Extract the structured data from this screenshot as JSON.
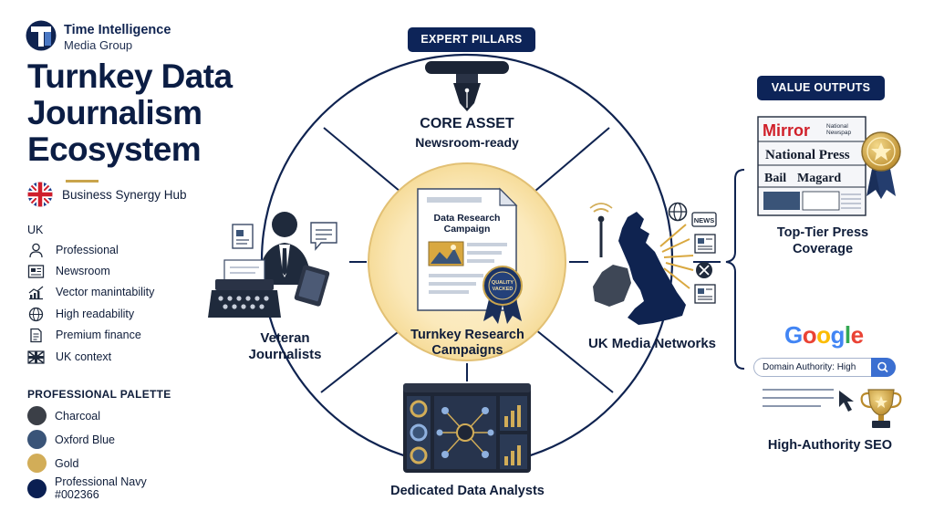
{
  "brand": {
    "name": "Time Intelligence",
    "sub": "Media Group"
  },
  "title": "Turnkey Data Journalism Ecosystem",
  "hub": {
    "label": "Business Synergy Hub"
  },
  "uk_section": {
    "heading": "UK",
    "items": [
      {
        "icon": "person-icon",
        "label": "Professional"
      },
      {
        "icon": "newspaper-icon",
        "label": "Newsroom"
      },
      {
        "icon": "vector-chart-icon",
        "label": "Vector manintability"
      },
      {
        "icon": "globe-icon",
        "label": "High readability"
      },
      {
        "icon": "finance-document-icon",
        "label": "Premium finance"
      },
      {
        "icon": "uk-flag-icon",
        "label": "UK context"
      }
    ]
  },
  "palette": {
    "heading": "PROFESSIONAL PALETTE",
    "swatches": [
      {
        "name": "Charcoal",
        "color": "#3b3f47"
      },
      {
        "name": "Oxford Blue",
        "color": "#3a5478"
      },
      {
        "name": "Gold",
        "color": "#d2ad58"
      },
      {
        "name": "Professional Navy #002366",
        "color": "#0a1f52"
      }
    ]
  },
  "diagram": {
    "expert_pillars": "EXPERT PILLARS",
    "core_asset": {
      "title": "CORE ASSET",
      "subtitle": "Newsroom-ready"
    },
    "center": {
      "label": "Turnkey Research Campaigns",
      "doc_title": "Data Research Campaign",
      "badge": "QUALITY VACKED"
    },
    "journalists": "Veteran Journalists",
    "uk_media": "UK Media Networks",
    "analysts": "Dedicated Data Analysts",
    "news_tag": "NEWS"
  },
  "outputs": {
    "heading": "VALUE OUTPUTS",
    "press": {
      "label": "Top-Tier Press Coverage",
      "mastheads": [
        "Mirror",
        "National Newspap",
        "National Press",
        "Bail",
        "Magard"
      ]
    },
    "seo": {
      "label": "High-Authority SEO",
      "google": [
        "G",
        "o",
        "o",
        "g",
        "l",
        "e"
      ],
      "search_text": "Domain Authority: High"
    }
  },
  "colors": {
    "navy": "#0a1f52",
    "oxford_blue": "#3a5478",
    "gold": "#d2ad58",
    "charcoal": "#3b3f47",
    "google_blue": "#4285f4",
    "google_red": "#ea4335",
    "google_yellow": "#fbbc05",
    "google_green": "#34a853"
  }
}
